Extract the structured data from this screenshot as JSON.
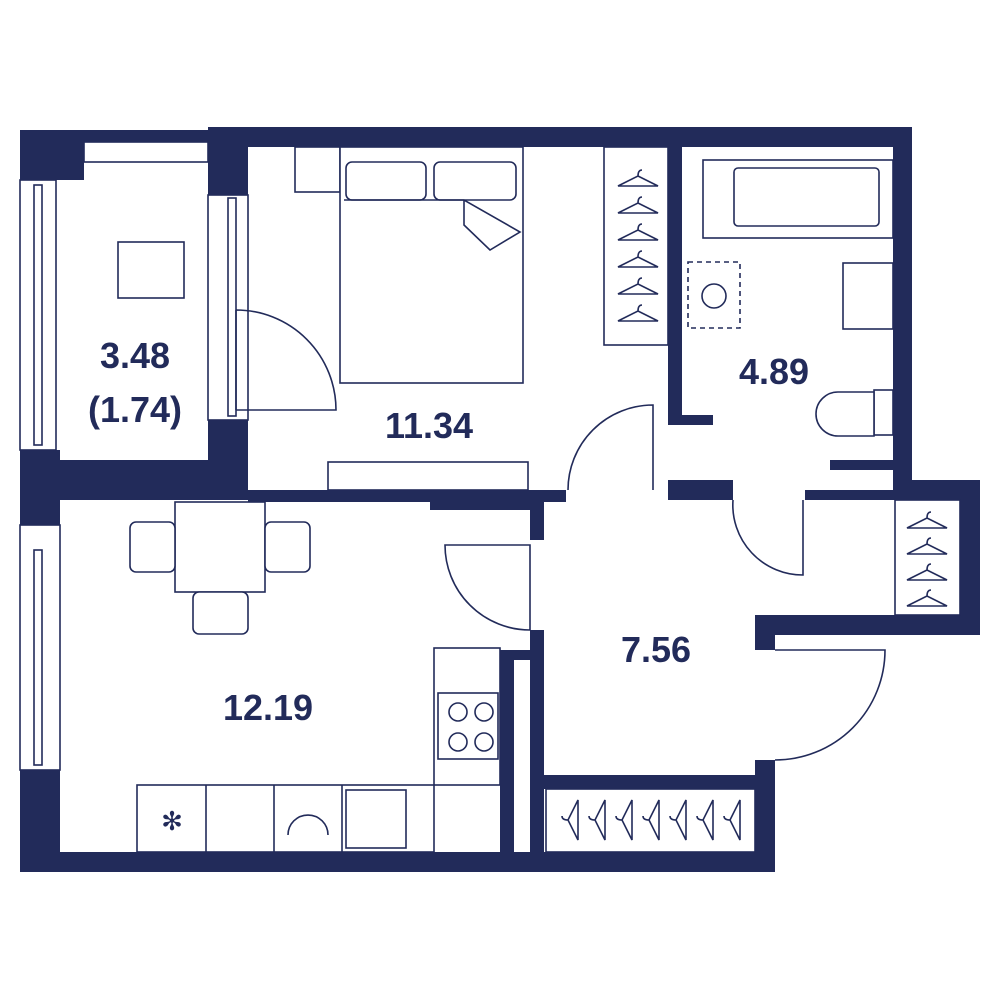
{
  "colors": {
    "wall": "#222b5a",
    "background": "#ffffff"
  },
  "rooms": [
    {
      "id": "balcony",
      "area": "3.48",
      "area_reduced": "(1.74)"
    },
    {
      "id": "bedroom",
      "area": "11.34"
    },
    {
      "id": "bathroom",
      "area": "4.89"
    },
    {
      "id": "kitchen-living",
      "area": "12.19"
    },
    {
      "id": "hallway",
      "area": "7.56"
    }
  ]
}
